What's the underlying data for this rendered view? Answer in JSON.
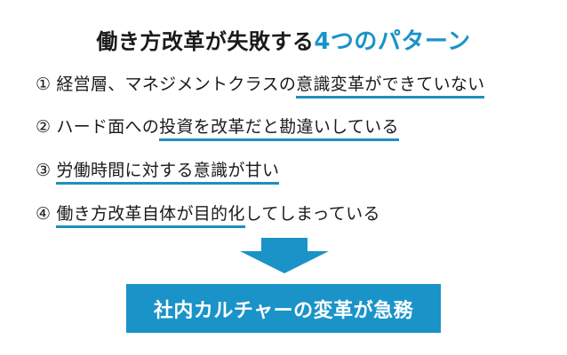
{
  "title": {
    "main": "働き方改革が失敗する",
    "accent": "4つのパターン",
    "accent_color": "#1a93c8"
  },
  "patterns": [
    {
      "number": "①",
      "before": "経営層、マネジメントクラスの",
      "underlined": "意識変革ができていない",
      "after": ""
    },
    {
      "number": "②",
      "before": "ハード面への",
      "underlined": "投資を改革だと勘違いしている",
      "after": ""
    },
    {
      "number": "③",
      "before": "",
      "underlined": "労働時間に対する意識が甘い",
      "after": ""
    },
    {
      "number": "④",
      "before": "",
      "underlined": "働き方改革自体が目的化",
      "after": "してしまっている"
    }
  ],
  "arrow": {
    "icon": "down-arrow-icon",
    "color": "#1a93c8"
  },
  "conclusion": {
    "label": "社内カルチャーの変革が急務",
    "bg_color": "#1a93c8",
    "text_color": "#ffffff"
  }
}
